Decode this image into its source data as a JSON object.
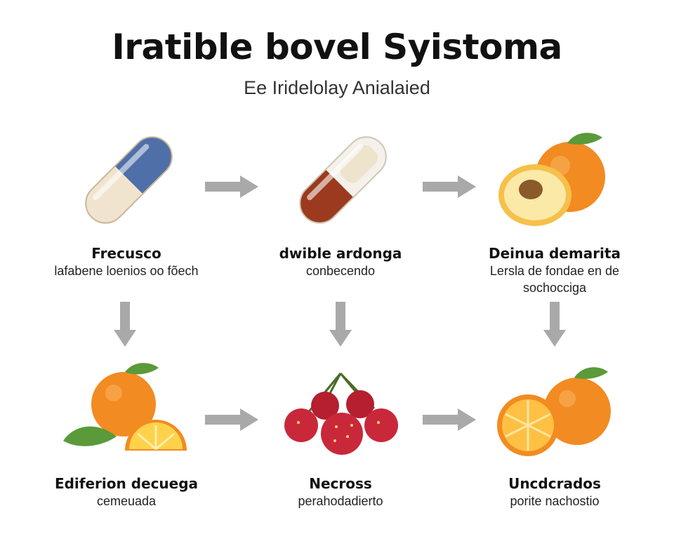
{
  "title": "Iratible bovel Syistoma",
  "subtitle": "Ee Iridelolay Anialaied",
  "colors": {
    "arrow": "#a9a9a9",
    "orange": "#f28b22",
    "pill_blue": "#4f6fa8",
    "pill_red": "#9b3a1e",
    "berry_red": "#c9283a",
    "leaf_green": "#5a9a3a"
  },
  "nodes": [
    {
      "id": "frecusco",
      "icon": "blue-capsule-icon",
      "heading": "Frecusco",
      "desc": "lafabene loenios oo fõech"
    },
    {
      "id": "dwible",
      "icon": "red-capsule-icon",
      "heading": "dwible ardonga",
      "desc": "conbecendo"
    },
    {
      "id": "deinua",
      "icon": "peach-orange-icon",
      "heading": "Deinua demarita",
      "desc": "Lersla de fondae en de sochocciga"
    },
    {
      "id": "ediferion",
      "icon": "orange-slice-icon",
      "heading": "Ediferion decuega",
      "desc": "cemeuada"
    },
    {
      "id": "necross",
      "icon": "berries-icon",
      "heading": "Necross",
      "desc": "perahodadierto"
    },
    {
      "id": "uncdcrados",
      "icon": "halved-orange-icon",
      "heading": "Uncdcrados",
      "desc": "porite nachostio"
    }
  ],
  "arrows": [
    {
      "from": "frecusco",
      "to": "dwible",
      "direction": "right"
    },
    {
      "from": "dwible",
      "to": "deinua",
      "direction": "right"
    },
    {
      "from": "frecusco",
      "to": "ediferion",
      "direction": "down"
    },
    {
      "from": "dwible",
      "to": "necross",
      "direction": "down"
    },
    {
      "from": "deinua",
      "to": "uncdcrados",
      "direction": "down"
    },
    {
      "from": "ediferion",
      "to": "necross",
      "direction": "right"
    },
    {
      "from": "necross",
      "to": "uncdcrados",
      "direction": "right"
    }
  ]
}
